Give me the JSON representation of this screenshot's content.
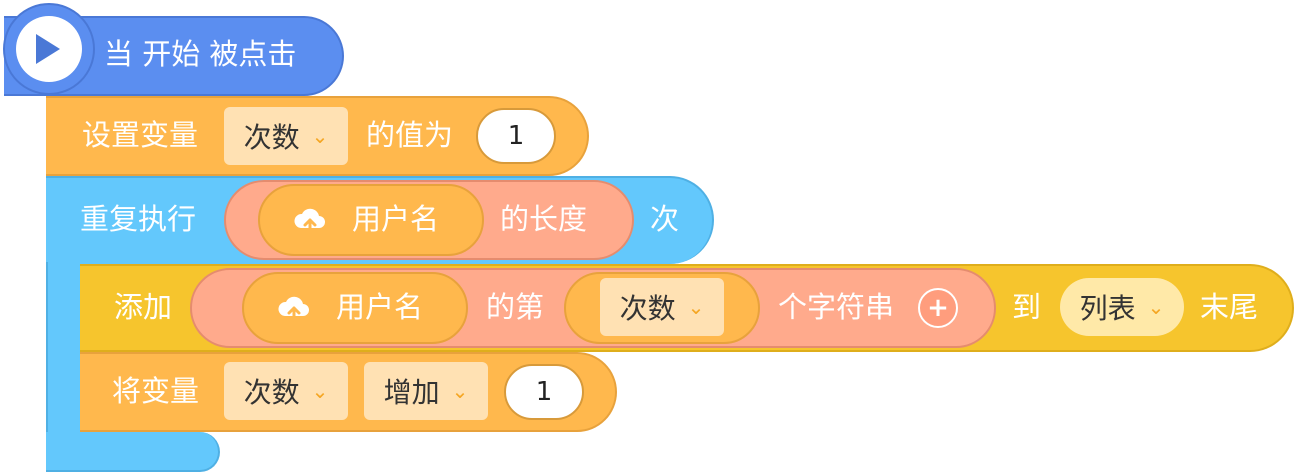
{
  "hat": {
    "label": "当 开始 被点击"
  },
  "set_variable": {
    "label": "设置变量",
    "variable": "次数",
    "mid_label": "的值为",
    "value": "1"
  },
  "repeat": {
    "label": "重复执行",
    "reporter_label": "的长度",
    "list_name": "用户名",
    "suffix": "次"
  },
  "add_block": {
    "label": "添加",
    "list_name": "用户名",
    "of_label": "的第",
    "index_variable": "次数",
    "char_label": "个字符串",
    "plus": "+",
    "to_label": "到",
    "target_list": "列表",
    "end_label": "末尾"
  },
  "change_variable": {
    "label": "将变量",
    "variable": "次数",
    "op": "增加",
    "value": "1"
  },
  "colors": {
    "event": "#5b8ef0",
    "variable": "#ffb84d",
    "control": "#63c8fc",
    "list": "#f6c52d",
    "operator": "#ffaa8c"
  }
}
